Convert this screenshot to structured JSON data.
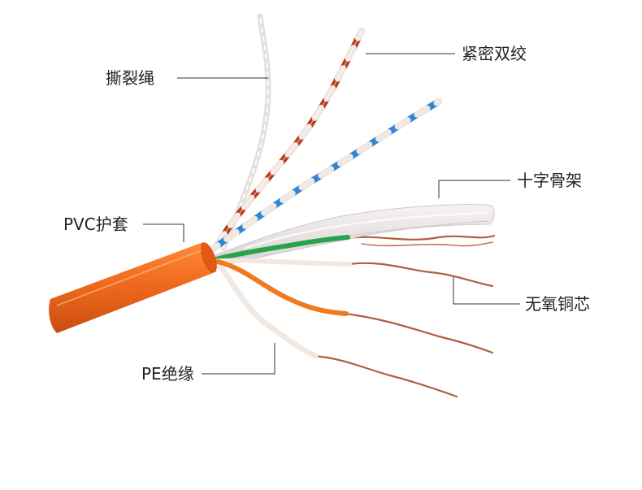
{
  "labels": {
    "rip_cord": "撕裂绳",
    "tight_twist": "紧密双绞",
    "pvc_jacket": "PVC护套",
    "cross_skeleton": "十字骨架",
    "copper_core": "无氧铜芯",
    "pe_insulation": "PE绝缘"
  },
  "colors": {
    "jacket": "#f06a1e",
    "jacket_dark": "#c94d0f",
    "copper": "#b0603e",
    "wire_white": "#f2e8e2",
    "wire_red": "#b83a1e",
    "wire_blue": "#2f86d8",
    "wire_green": "#2aa24a",
    "wire_orange": "#f07a20",
    "spline": "#e8e2e2",
    "leader": "#333333"
  }
}
